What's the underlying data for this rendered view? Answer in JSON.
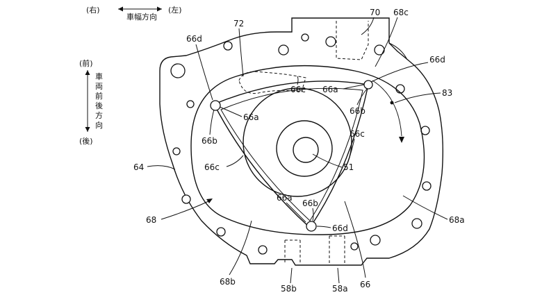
{
  "direction": {
    "width_right": "(右)",
    "width_label": "車幅方向",
    "width_left": "(左)",
    "fb_front": "(前)",
    "fb_label_chars": [
      "車",
      "両",
      "前",
      "後",
      "方",
      "向"
    ],
    "fb_rear": "(後)"
  },
  "labels": {
    "l70": "70",
    "l68c": "68c",
    "l72": "72",
    "l66d_top_left": "66d",
    "l66d_top_right": "66d",
    "l83": "83",
    "l66c_top": "66c",
    "l66a_top": "66a",
    "l66a_left": "66a",
    "l66b_right": "66b",
    "l66b_left": "66b",
    "l66c_right": "66c",
    "l64": "64",
    "l66c_left": "66c",
    "l51": "51",
    "l66a_bottom": "66a",
    "l66b_bottom": "66b",
    "l68": "68",
    "l66d_bottom": "66d",
    "l68a": "68a",
    "l68b": "68b",
    "l58b": "58b",
    "l58a": "58a",
    "l66": "66"
  }
}
